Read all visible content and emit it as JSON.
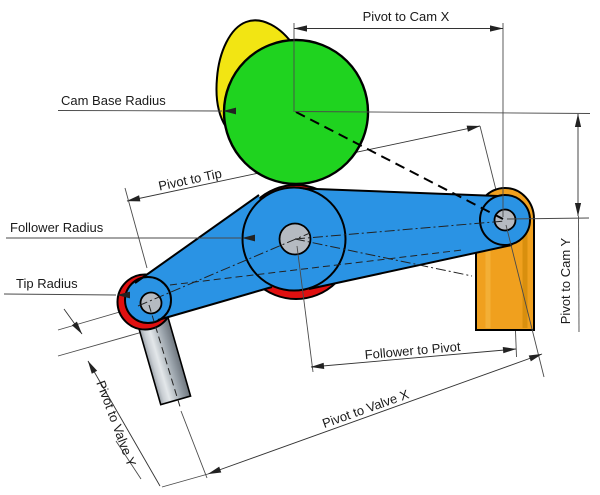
{
  "labels": {
    "pivot_to_cam_x": "Pivot to Cam X",
    "cam_base_radius": "Cam Base Radius",
    "pivot_to_tip": "Pivot to Tip",
    "follower_radius": "Follower Radius",
    "tip_radius": "Tip Radius",
    "follower_to_pivot": "Follower to Pivot",
    "pivot_to_valve_x": "Pivot to Valve X",
    "pivot_to_valve_y": "Pivot to Valve Y",
    "pivot_to_cam_y": "Pivot to Cam Y"
  },
  "colors": {
    "cam_lobe_yellow": "#f2e513",
    "cam_base_green": "#1fd31f",
    "follower_blue": "#2a93e4",
    "contact_red": "#e01010",
    "post_orange": "#f0a01e",
    "pin_gray": "#b5bac1",
    "arrow_dark": "#222222"
  }
}
